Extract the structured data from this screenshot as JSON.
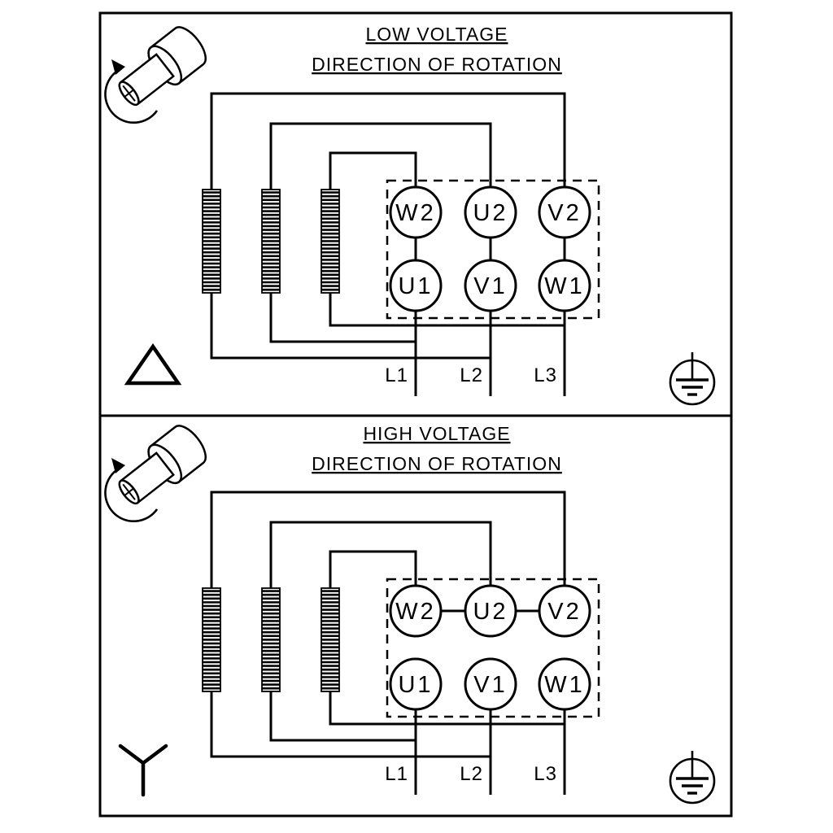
{
  "panels": [
    {
      "title": "LOW VOLTAGE",
      "subtitle": "DIRECTION OF ROTATION",
      "connection_symbol": "delta-icon",
      "terminals_top": [
        "W2",
        "U2",
        "V2"
      ],
      "terminals_bottom": [
        "U1",
        "V1",
        "W1"
      ],
      "supply_lines": [
        "L1",
        "L2",
        "L3"
      ]
    },
    {
      "title": "HIGH VOLTAGE",
      "subtitle": "DIRECTION OF ROTATION",
      "connection_symbol": "star-icon",
      "terminals_top": [
        "W2",
        "U2",
        "V2"
      ],
      "terminals_bottom": [
        "U1",
        "V1",
        "W1"
      ],
      "supply_lines": [
        "L1",
        "L2",
        "L3"
      ]
    }
  ],
  "icons": {
    "rotation": "shaft-rotation-icon",
    "ground": "earth-ground-icon"
  },
  "colors": {
    "line": "#000000",
    "background": "#ffffff"
  }
}
